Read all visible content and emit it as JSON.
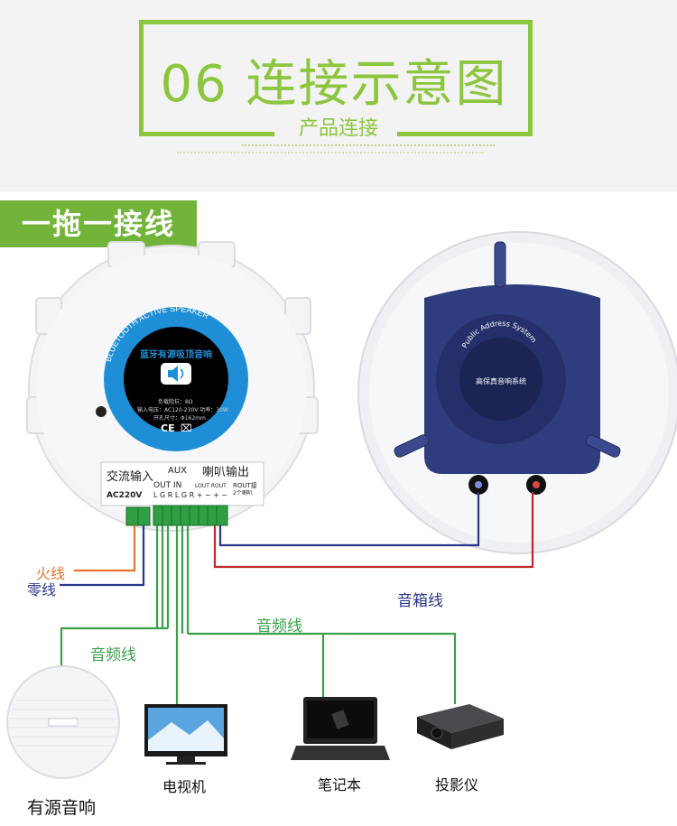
{
  "header": {
    "title": "06 连接示意图",
    "subtitle": "产品连接"
  },
  "section": {
    "tag": "一拖一接线"
  },
  "amp_unit": {
    "badge_top": "BLUETOOTH ACTIVE SPEAKER",
    "badge_name": "蓝牙有源吸顶音响",
    "ce_mark": "CE",
    "spec_line1": "负载阻抗：8Ω",
    "spec_line2": "输入电压：AC120-230V  功率：30W",
    "spec_line3": "开孔尺寸：Φ162mm",
    "terminal_ac_label": "交流输入",
    "terminal_aux_label": "AUX",
    "terminal_spk_label": "喇叭输出",
    "terminal_out_in": "OUT  IN",
    "terminal_lout_rout": "LOUT  ROUT",
    "terminal_rout_note": "ROUT接",
    "terminal_rout_note2": "2个喇叭",
    "terminal_ac220": "AC220V",
    "terminal_pins": "L G R  L G R  + −  + −"
  },
  "passive_speaker": {
    "badge_arc": "Public Address System",
    "badge_name": "高保真音响系统"
  },
  "wires": {
    "live_label": "火线",
    "neutral_label": "零线",
    "speaker_cable_label": "音箱线",
    "audio_cable_label_1": "音频线",
    "audio_cable_label_2": "音频线"
  },
  "devices": {
    "active_speaker": "有源音响",
    "tv": "电视机",
    "laptop": "笔记本",
    "projector": "投影仪"
  },
  "colors": {
    "brand_green": "#8cc63f",
    "tag_green": "#72b43a",
    "wire_orange": "#e8732a",
    "wire_blue": "#2a3590",
    "wire_red": "#c0272d",
    "wire_green": "#3aa04a",
    "speaker_navy": "#2f3d7e",
    "badge_blue": "#1e8fd6"
  }
}
